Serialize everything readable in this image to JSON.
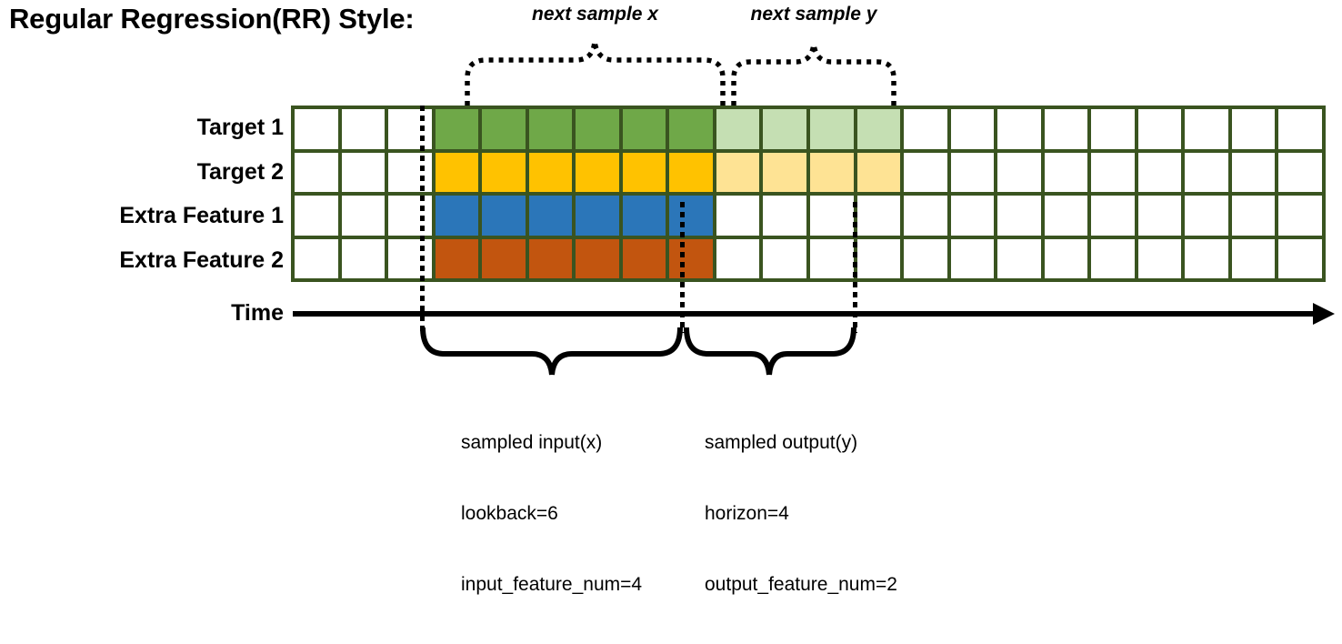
{
  "title": "Regular Regression(RR) Style:",
  "top_annotations": {
    "next_sample_x": "next sample x",
    "next_sample_y": "next sample y"
  },
  "row_labels": [
    "Target 1",
    "Target 2",
    "Extra Feature 1",
    "Extra Feature 2"
  ],
  "axis": {
    "time_label": "Time"
  },
  "bottom_annotations": {
    "input": {
      "line1": "sampled input(x)",
      "line2": "lookback=6",
      "line3": "input_feature_num=4"
    },
    "output": {
      "line1": "sampled output(y)",
      "line2": "horizon=4",
      "line3": "output_feature_num=2"
    }
  },
  "colors": {
    "grid_border": "#3A5420",
    "empty": "#FFFFFF",
    "target1_dark": "#6FA848",
    "target1_light": "#C5DFB3",
    "target2_dark": "#FFC200",
    "target2_light": "#FEE394",
    "feature1_dark": "#2B76B9",
    "feature2_dark": "#C2550F",
    "line": "#000000"
  },
  "chart_data": {
    "type": "heatmap",
    "title": "Regular Regression(RR) Style:",
    "columns": 22,
    "rows": 4,
    "row_names": [
      "Target 1",
      "Target 2",
      "Extra Feature 1",
      "Extra Feature 2"
    ],
    "lookback": 6,
    "horizon": 4,
    "input_feature_num": 4,
    "output_feature_num": 2,
    "input_start_col": 3,
    "input_end_col": 9,
    "output_start_col": 9,
    "output_end_col": 13,
    "cells": [
      [
        "empty",
        "empty",
        "empty",
        "target1_dark",
        "target1_dark",
        "target1_dark",
        "target1_dark",
        "target1_dark",
        "target1_dark",
        "target1_light",
        "target1_light",
        "target1_light",
        "target1_light",
        "empty",
        "empty",
        "empty",
        "empty",
        "empty",
        "empty",
        "empty",
        "empty",
        "empty"
      ],
      [
        "empty",
        "empty",
        "empty",
        "target2_dark",
        "target2_dark",
        "target2_dark",
        "target2_dark",
        "target2_dark",
        "target2_dark",
        "target2_light",
        "target2_light",
        "target2_light",
        "target2_light",
        "empty",
        "empty",
        "empty",
        "empty",
        "empty",
        "empty",
        "empty",
        "empty",
        "empty"
      ],
      [
        "empty",
        "empty",
        "empty",
        "feature1_dark",
        "feature1_dark",
        "feature1_dark",
        "feature1_dark",
        "feature1_dark",
        "feature1_dark",
        "empty",
        "empty",
        "empty",
        "empty",
        "empty",
        "empty",
        "empty",
        "empty",
        "empty",
        "empty",
        "empty",
        "empty",
        "empty"
      ],
      [
        "empty",
        "empty",
        "empty",
        "feature2_dark",
        "feature2_dark",
        "feature2_dark",
        "feature2_dark",
        "feature2_dark",
        "feature2_dark",
        "empty",
        "empty",
        "empty",
        "empty",
        "empty",
        "empty",
        "empty",
        "empty",
        "empty",
        "empty",
        "empty",
        "empty",
        "empty"
      ]
    ]
  }
}
